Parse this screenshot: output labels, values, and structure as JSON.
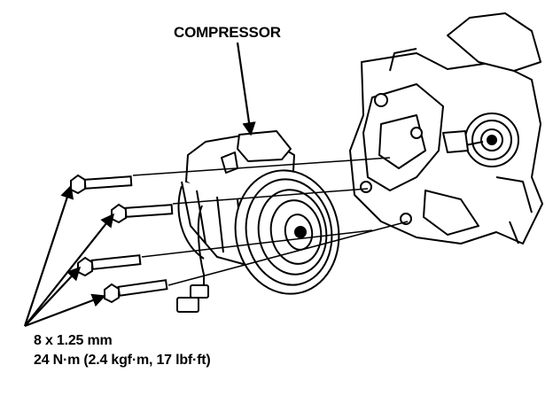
{
  "labels": {
    "compressor": "COMPRESSOR",
    "bolt_size": "8 x 1.25 mm",
    "torque": "24 N·m (2.4 kgf·m, 17 lbf·ft)"
  },
  "colors": {
    "ink": "#000000",
    "paper": "#ffffff"
  },
  "icons": [
    "bolt-icon",
    "arrow-icon"
  ]
}
